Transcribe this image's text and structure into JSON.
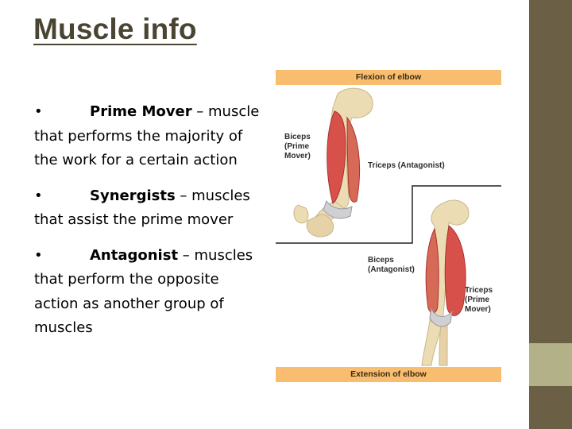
{
  "slide": {
    "title": "Muscle info",
    "bullets": [
      {
        "marker": "•",
        "term": "Prime Mover",
        "rest": " – muscle that performs the majority of the work for a certain action"
      },
      {
        "marker": "•",
        "term": "Synergists",
        "rest": " – muscles that assist the prime mover"
      },
      {
        "marker": "•",
        "term": "Antagonist",
        "rest": " – muscles that perform the opposite action as another group of muscles"
      }
    ]
  },
  "figure": {
    "top_band": "Flexion of elbow",
    "bottom_band": "Extension of elbow",
    "labels": {
      "biceps_prime_1": "Biceps",
      "biceps_prime_2": "(Prime",
      "biceps_prime_3": "Mover)",
      "triceps_antagonist": "Triceps (Antagonist)",
      "biceps_antagonist_1": "Biceps",
      "biceps_antagonist_2": "(Antagonist)",
      "triceps_prime_1": "Triceps",
      "triceps_prime_2": "(Prime",
      "triceps_prime_3": "Mover)"
    }
  },
  "colors": {
    "title": "#4a4533",
    "sidebar": "#6b6046",
    "sidebar_accent": "#b3b188",
    "band": "#f8bd6e",
    "muscle": "#d8504a",
    "bone": "#ecdcb4"
  }
}
